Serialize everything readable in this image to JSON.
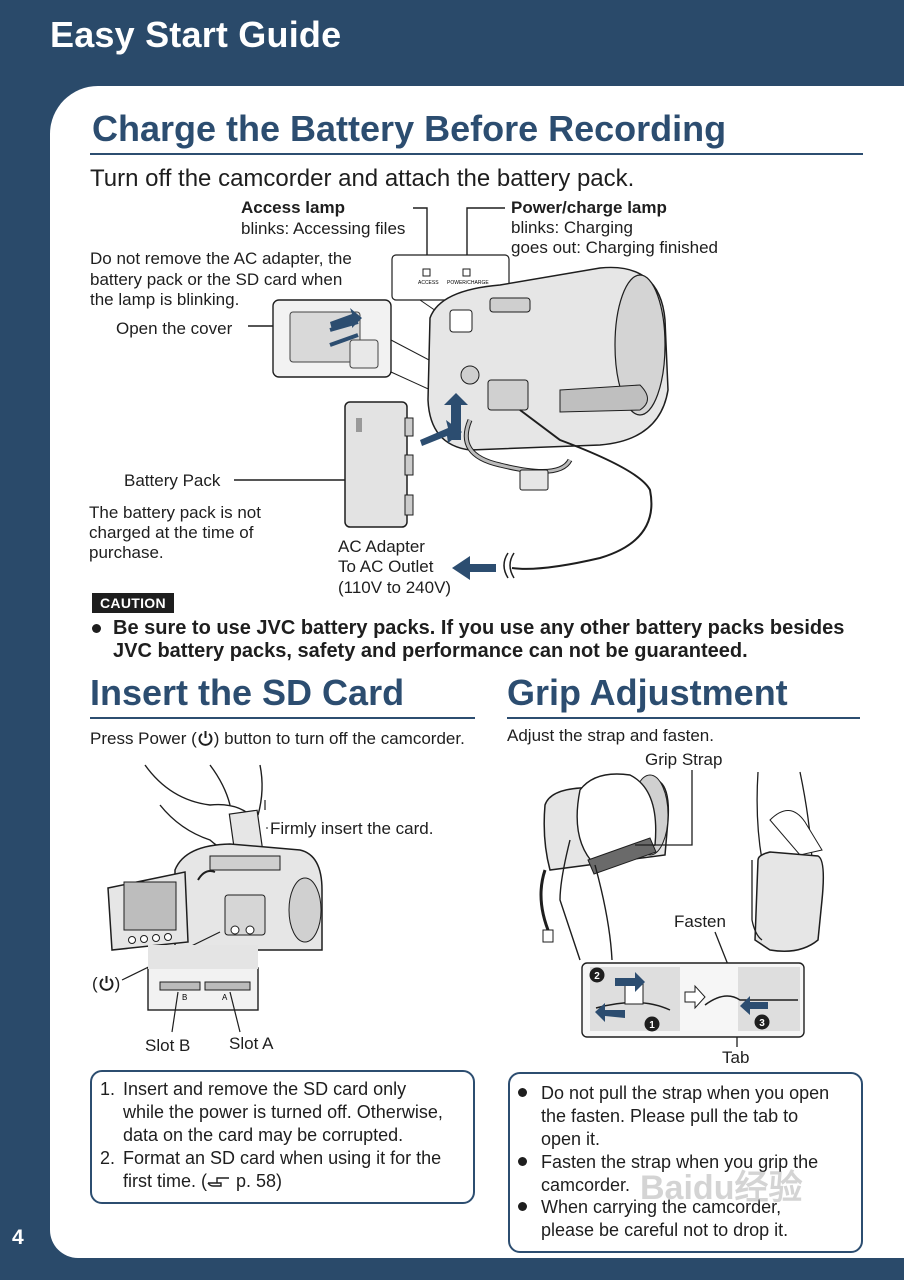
{
  "header": {
    "title": "Easy Start Guide"
  },
  "page_number": "4",
  "charge": {
    "title": "Charge the Battery Before Recording",
    "lead": "Turn off the camcorder and attach the battery pack.",
    "access_lamp_title": "Access lamp",
    "access_lamp_desc": "blinks: Accessing files",
    "power_lamp_title": "Power/charge lamp",
    "power_lamp_desc1": "blinks: Charging",
    "power_lamp_desc2": "goes out: Charging finished",
    "warning_line1": "Do not remove the AC adapter, the",
    "warning_line2": "battery pack or the SD card when",
    "warning_line3": "the lamp is blinking.",
    "open_cover": "Open the cover",
    "battery_pack": "Battery Pack",
    "battery_note1": "The battery pack is not",
    "battery_note2": "charged at the time of",
    "battery_note3": "purchase.",
    "ac1": "AC Adapter",
    "ac2": "To AC Outlet",
    "ac3": "(110V to 240V)",
    "lamp_label_access": "ACCESS",
    "lamp_label_power": "POWER/CHARGE"
  },
  "caution": {
    "tag": "CAUTION",
    "line1": "Be sure to use JVC battery packs. If you use any other battery packs besides",
    "line2": "JVC battery packs, safety and performance can not be guaranteed."
  },
  "sd": {
    "title": "Insert the SD Card",
    "lead_pre": "Press Power (",
    "lead_post": ") button to turn off the camcorder.",
    "firmly": "Firmly insert the card.",
    "power_label_l": "(",
    "power_label_r": ")",
    "slot_b": "Slot B",
    "slot_a": "Slot A",
    "slot_b_mark": "B",
    "slot_a_mark": "A",
    "notes": [
      {
        "num": "1.",
        "l1": "Insert and remove the SD card only",
        "l2": "while the power is turned off. Otherwise,",
        "l3": "data on the card may be corrupted."
      },
      {
        "num": "2.",
        "l1": "Format an SD card when using it for the",
        "l2_pre": "first time. (",
        "l2_ref": "p. 58)"
      }
    ]
  },
  "grip": {
    "title": "Grip Adjustment",
    "lead": "Adjust the strap and fasten.",
    "grip_strap": "Grip Strap",
    "fasten": "Fasten",
    "tab": "Tab",
    "step1": "1",
    "step2": "2",
    "step3": "3",
    "notes": [
      {
        "l1": "Do not pull the strap when you open",
        "l2": "the fasten. Please pull the tab to",
        "l3": "open it."
      },
      {
        "l1": "Fasten the strap when you grip the",
        "l2": "camcorder."
      },
      {
        "l1": "When carrying the camcorder,",
        "l2": "please be careful not to drop it."
      }
    ]
  },
  "watermark": {
    "text1": "Bai",
    "text2": "du",
    "text3": "经验"
  }
}
